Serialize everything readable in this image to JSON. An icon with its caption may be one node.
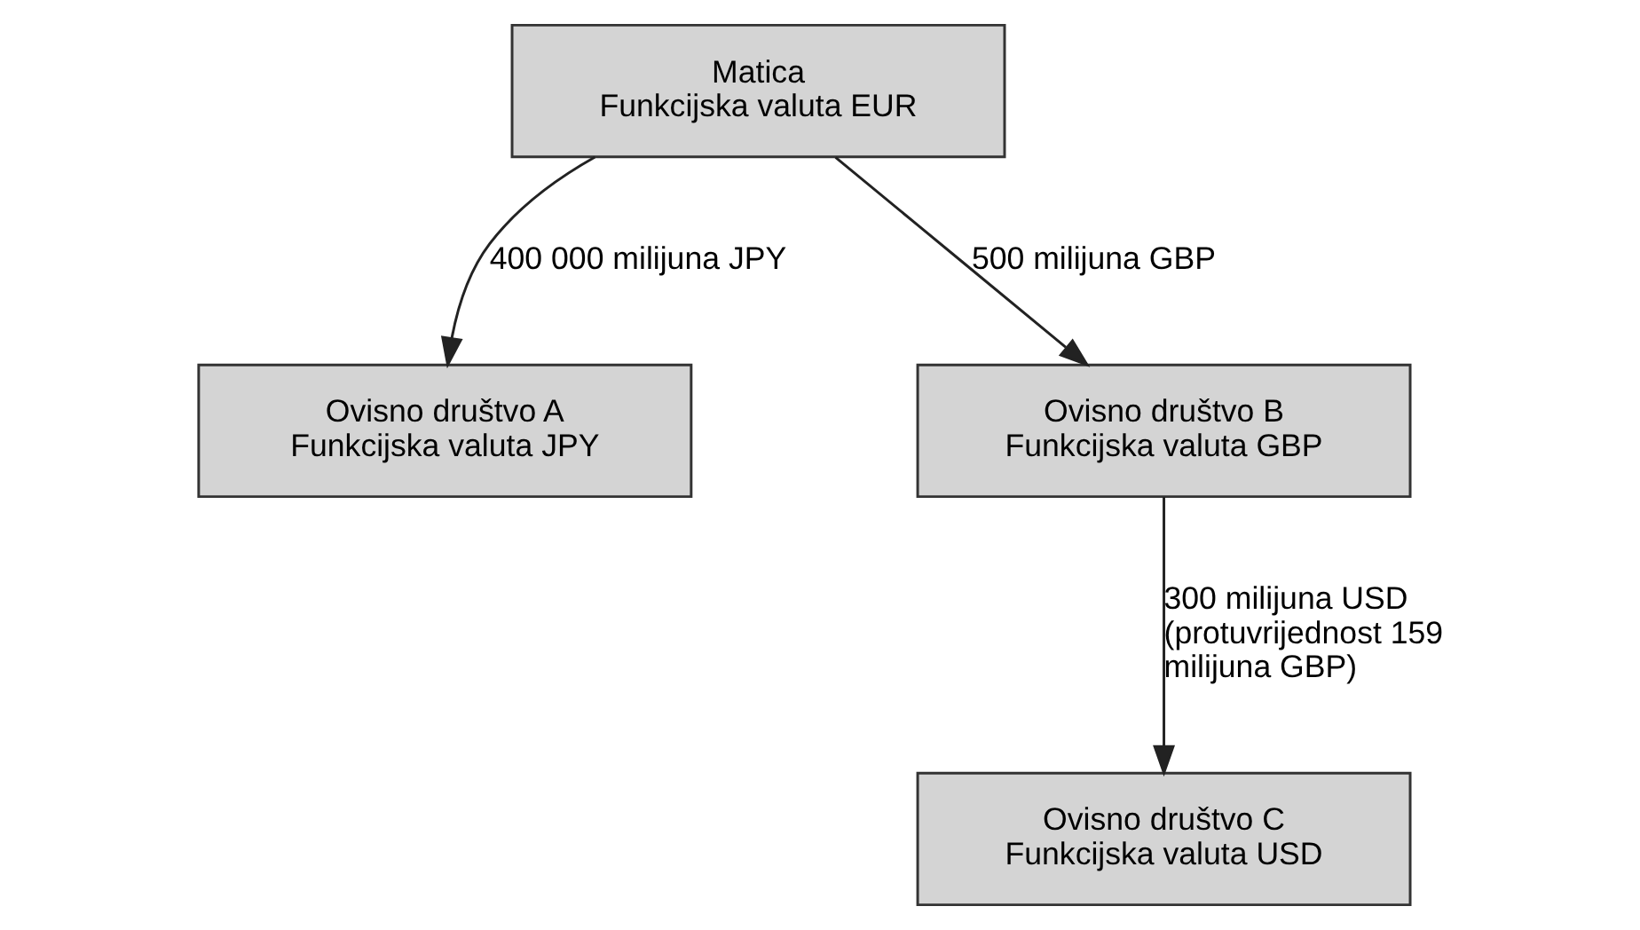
{
  "diagram": {
    "nodes": [
      {
        "text": [
          "Matica",
          "Funkcijska valuta EUR"
        ]
      },
      {
        "text": [
          "Ovisno društvo A",
          "Funkcijska valuta JPY"
        ]
      },
      {
        "text": [
          "Ovisno društvo B",
          "Funkcijska valuta GBP"
        ]
      },
      {
        "text": [
          "Ovisno društvo C",
          "Funkcijska valuta USD"
        ]
      }
    ],
    "edges": [
      {
        "from": 0,
        "to": 1,
        "arrow": "to",
        "label": "400 000 milijuna JPY"
      },
      {
        "from": 0,
        "to": 2,
        "arrow": "to",
        "label": "500 milijuna GBP"
      },
      {
        "from": 2,
        "to": 3,
        "arrow": "to",
        "label": "300 milijuna USD (protuvrijednost 159 milijuna GBP)"
      }
    ]
  }
}
